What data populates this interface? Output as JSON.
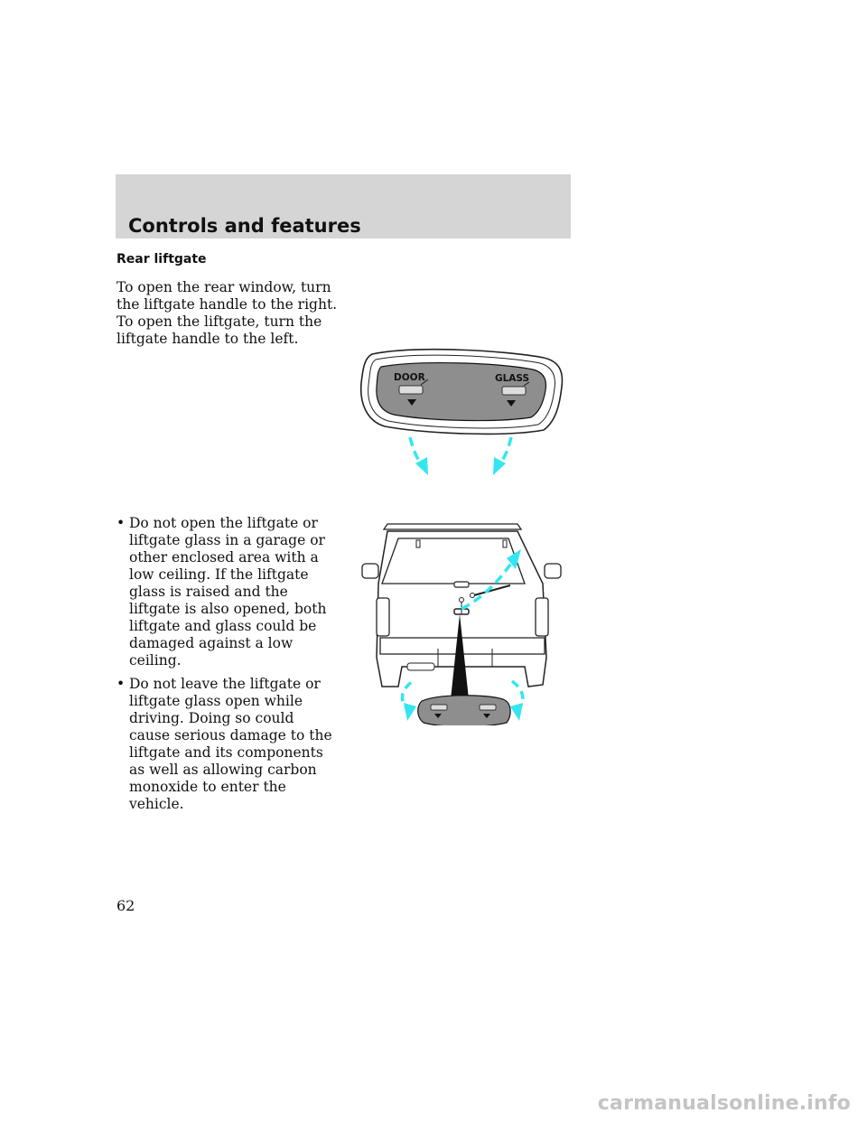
{
  "header": {
    "title": "Controls and features"
  },
  "section": {
    "heading": "Rear liftgate",
    "paragraphs": [
      "To open the rear window, turn the liftgate handle to the right.",
      "To open the liftgate, turn the liftgate handle to the left."
    ]
  },
  "handle_figure": {
    "door_label": "DOOR",
    "glass_label": "GLASS"
  },
  "bullets": [
    {
      "mark": "•",
      "text": "Do not open the liftgate or liftgate glass in a garage or other enclosed area with a low ceiling. If the liftgate glass is raised and the liftgate is also opened, both liftgate and glass could be damaged against a low ceiling."
    },
    {
      "mark": "•",
      "text": "Do not leave the liftgate or liftgate glass open while driving. Doing so could cause serious damage to the liftgate and its components as well as allowing carbon monoxide to enter the vehicle."
    }
  ],
  "page_number": "62",
  "watermark": "carmanualsonline.info",
  "colors": {
    "header_bg": "#d5d5d5",
    "arrow": "#33e6f0",
    "handle_fill": "#8e8e8e"
  }
}
